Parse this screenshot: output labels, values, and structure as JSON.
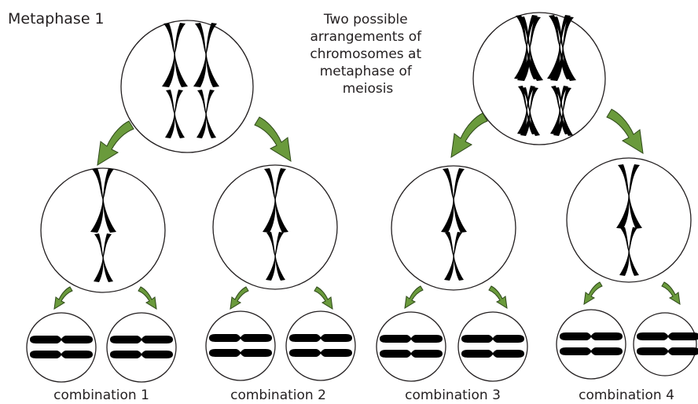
{
  "title": "Metaphase 1",
  "caption_lines": [
    "Two possible",
    "arrangements of",
    "chromosomes at",
    "metaphase of",
    "meiosis"
  ],
  "combinations": [
    "combination 1",
    "combination 2",
    "combination 3",
    "combination 4"
  ],
  "colors": {
    "arrow_fill": "#6a9a3c",
    "arrow_stroke": "#2f4a1a",
    "outline": "#231f20"
  },
  "icons": {
    "parent_cell": "circle-with-two-homologous-pairs",
    "daughter_cell": "circle-with-two-chromosomes",
    "product_cell": "circle-with-two-chromatids",
    "arrow": "curved-green-arrow"
  }
}
